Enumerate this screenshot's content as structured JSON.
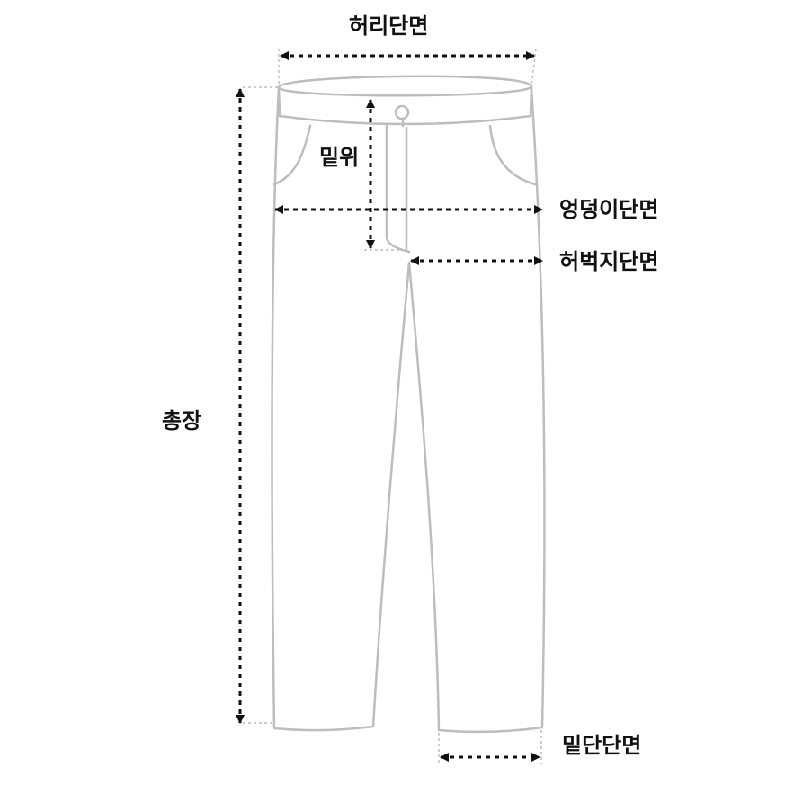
{
  "labels": {
    "waist": "허리단면",
    "rise": "밑위",
    "hip": "엉덩이단면",
    "thigh": "허벅지단면",
    "length": "총장",
    "hem": "밑단단면"
  },
  "colors": {
    "outline": "#bdbdbd",
    "arrow": "#111111",
    "guide": "#bdbdbd",
    "label": "#111111",
    "background": "#ffffff"
  }
}
